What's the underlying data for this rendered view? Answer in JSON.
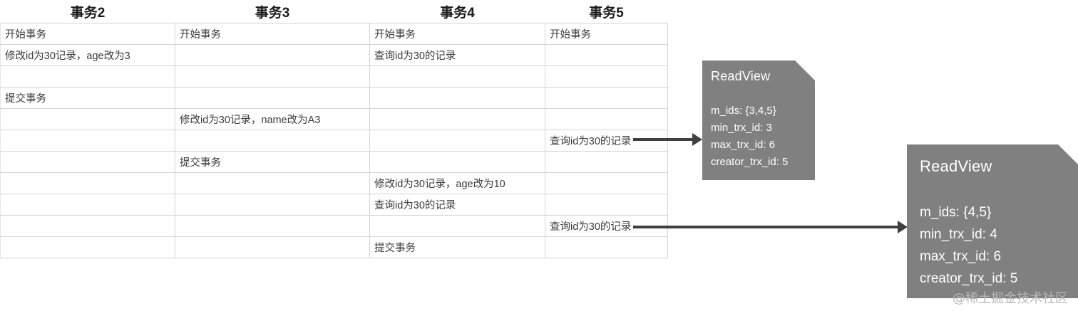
{
  "table": {
    "columns": [
      "",
      "事务2",
      "事务3",
      "事务4",
      "事务5"
    ],
    "rows": [
      [
        "开始事务",
        "开始事务",
        "开始事务",
        "开始事务"
      ],
      [
        "修改id为30记录，age改为3",
        "",
        "查询id为30的记录",
        ""
      ],
      [
        "",
        "",
        "",
        ""
      ],
      [
        "提交事务",
        "",
        "",
        ""
      ],
      [
        "",
        "修改id为30记录，name改为A3",
        "",
        ""
      ],
      [
        "",
        "",
        "",
        "查询id为30的记录"
      ],
      [
        "",
        "提交事务",
        "",
        ""
      ],
      [
        "",
        "",
        "修改id为30记录，age改为10",
        ""
      ],
      [
        "",
        "",
        "查询id为30的记录",
        ""
      ],
      [
        "",
        "",
        "",
        "查询id为30的记录"
      ],
      [
        "",
        "",
        "提交事务",
        ""
      ]
    ]
  },
  "readviews": [
    {
      "title": "ReadView",
      "lines": [
        "m_ids: {3,4,5}",
        "min_trx_id: 3",
        "max_trx_id: 6",
        "creator_trx_id: 5"
      ]
    },
    {
      "title": "ReadView",
      "lines": [
        "m_ids: {4,5}",
        "min_trx_id: 4",
        "max_trx_id: 6",
        "creator_trx_id: 5"
      ]
    }
  ],
  "watermark": "@稀土掘金技术社区",
  "colors": {
    "box_fill": "#808080",
    "arrow": "#3f3f3f",
    "grid": "#d4d4d4",
    "text": "#3c3c3c",
    "watermark": "#b9b9b9"
  }
}
